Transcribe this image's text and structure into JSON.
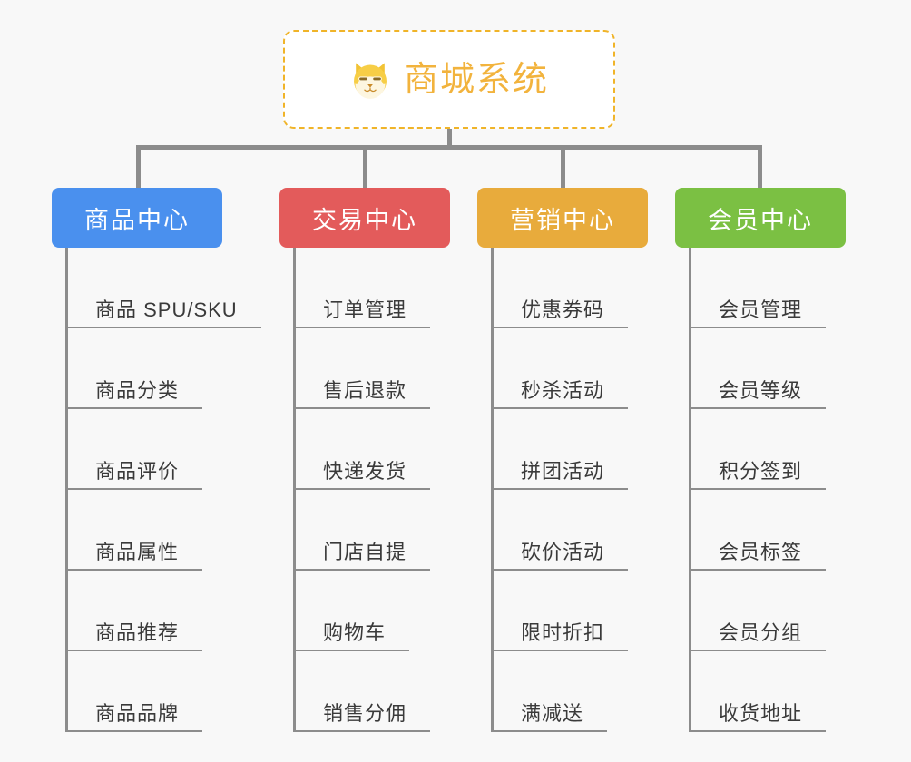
{
  "background_color": "#f8f8f8",
  "root": {
    "title": "商城系统",
    "icon": "shiba-dog-face-icon",
    "text_color": "#f2b33d",
    "border_color": "#f0b429",
    "border_style": "dashed"
  },
  "connector_color": "#8c8c8c",
  "columns": [
    {
      "id": "product-center",
      "label": "商品中心",
      "color": "#4a90ee",
      "items": [
        "商品 SPU/SKU",
        "商品分类",
        "商品评价",
        "商品属性",
        "商品推荐",
        "商品品牌"
      ]
    },
    {
      "id": "trade-center",
      "label": "交易中心",
      "color": "#e35b5b",
      "items": [
        "订单管理",
        "售后退款",
        "快递发货",
        "门店自提",
        "购物车",
        "销售分佣"
      ]
    },
    {
      "id": "marketing-center",
      "label": "营销中心",
      "color": "#e8ab3c",
      "items": [
        "优惠券码",
        "秒杀活动",
        "拼团活动",
        "砍价活动",
        "限时折扣",
        "满减送"
      ]
    },
    {
      "id": "member-center",
      "label": "会员中心",
      "color": "#7bc043",
      "items": [
        "会员管理",
        "会员等级",
        "积分签到",
        "会员标签",
        "会员分组",
        "收货地址"
      ]
    }
  ]
}
